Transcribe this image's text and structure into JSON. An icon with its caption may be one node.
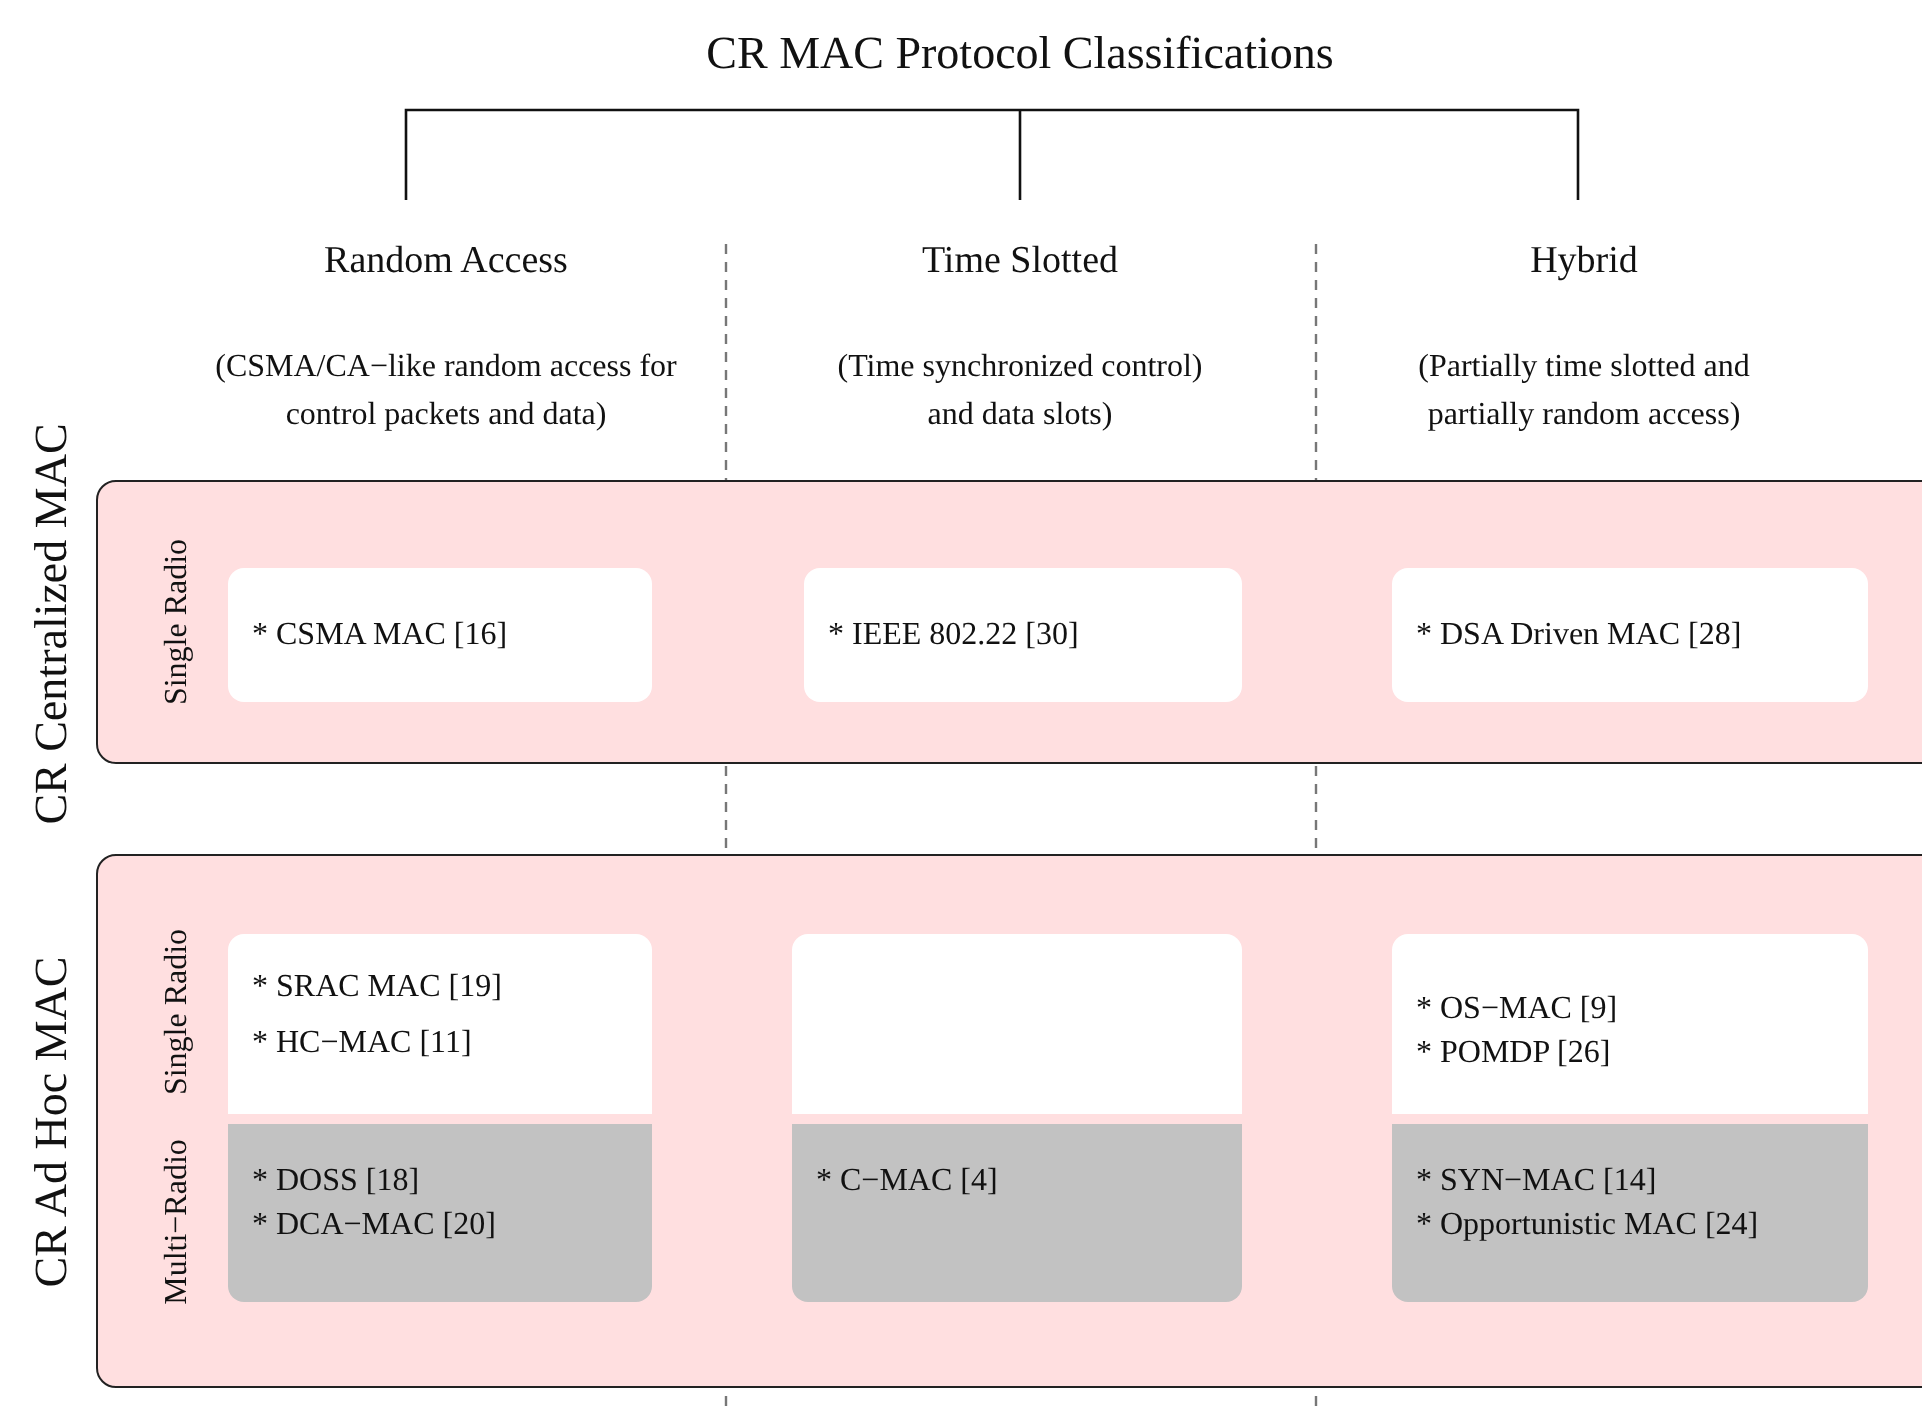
{
  "diagram": {
    "nodes": [
      {
        "text": [
          "CR MAC Protocol Classifications"
        ]
      },
      {
        "text": [
          "Random Access",
          "(CSMA/CA−like random access for control packets and data)"
        ]
      },
      {
        "text": [
          "Time Slotted",
          "(Time synchronized control) and data slots)"
        ]
      },
      {
        "text": [
          "Hybrid",
          "(Partially time slotted and partially random access)"
        ]
      },
      {
        "text": [
          "CR Centralized MAC",
          "Single Radio"
        ]
      },
      {
        "text": [
          "* CSMA MAC [16]"
        ],
        "in": 4
      },
      {
        "text": [
          "* IEEE 802.22 [30]"
        ],
        "in": 4
      },
      {
        "text": [
          "* DSA Driven MAC [28]"
        ],
        "in": 4
      },
      {
        "text": [
          "CR Ad Hoc MAC",
          "Single Radio",
          "Multi−Radio"
        ]
      },
      {
        "text": [
          "* SRAC MAC [19]",
          "* HC−MAC [11]"
        ],
        "in": 8
      },
      {
        "text": [
          "* DOSS [18]",
          "* DCA−MAC [20]"
        ],
        "in": 8
      },
      {
        "text": [],
        "shape": "box",
        "in": 8
      },
      {
        "text": [
          "* C−MAC [4]"
        ],
        "in": 8
      },
      {
        "text": [
          "* OS−MAC [9]",
          "* POMDP [26]"
        ],
        "in": 8
      },
      {
        "text": [
          "* SYN−MAC [14]",
          "* Opportunistic MAC [24]"
        ],
        "in": 8
      }
    ],
    "edges": [
      {
        "from": 0,
        "to": 1,
        "arrow": "none"
      },
      {
        "from": 0,
        "to": 2,
        "arrow": "none"
      },
      {
        "from": 0,
        "to": 3,
        "arrow": "none"
      }
    ]
  }
}
